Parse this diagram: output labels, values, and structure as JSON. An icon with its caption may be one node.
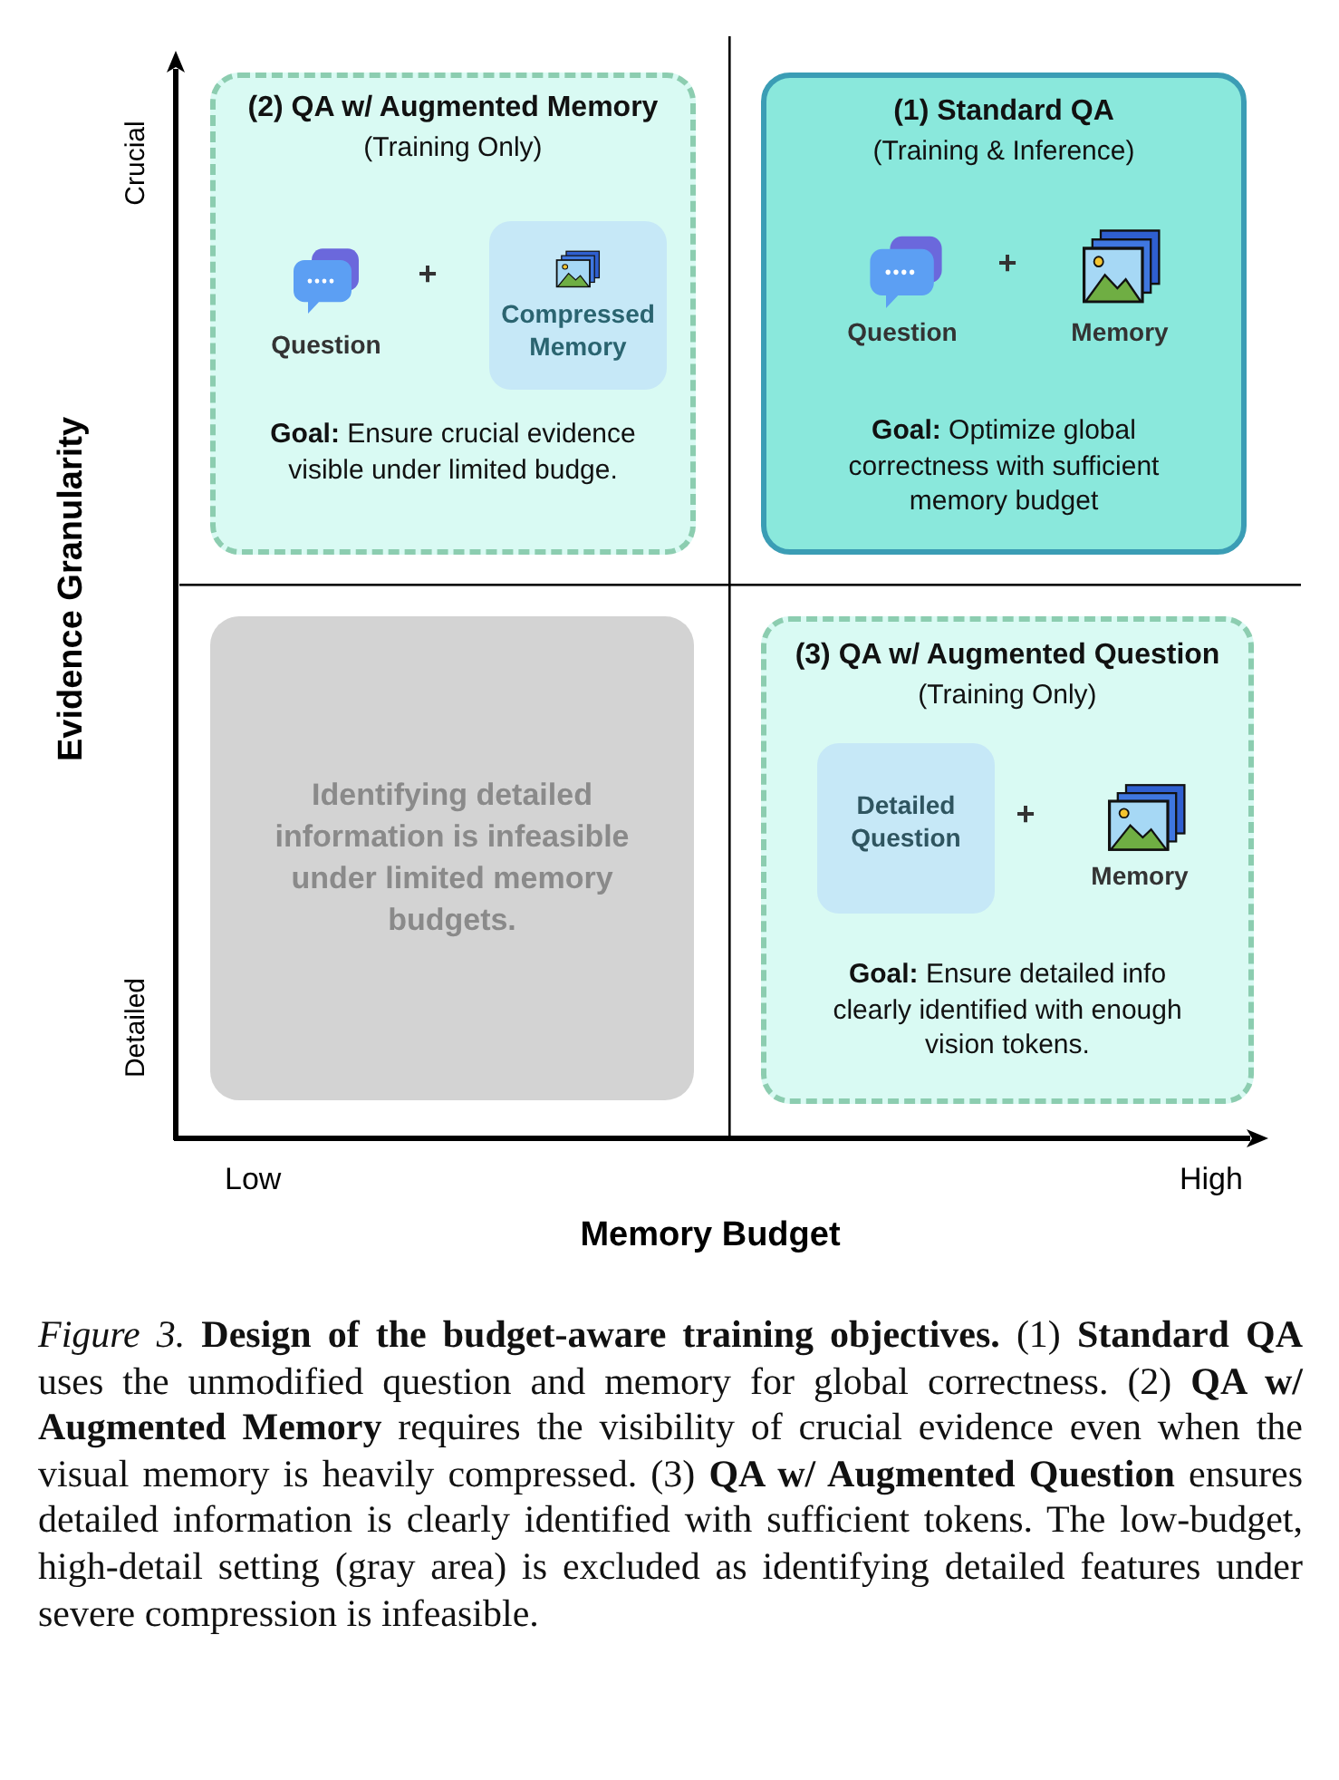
{
  "diagram": {
    "caption": "*Figure 3.* **Design of the budget-aware training objectives.** (1) **Standard QA** uses the unmodified question and memory for global correctness. (2) **QA w/ Augmented Memory** requires the visibility of crucial evidence even when the visual memory is heavily compressed. (3) **QA w/ Augmented Question** ensures detailed information is clearly identified with sufficient tokens. The low-budget, high-detail setting (gray area) is excluded as identifying detailed features under severe compression is infeasible.",
    "nodes": [
      {
        "text": [
          "(2) QA w/ Augmented Memory",
          "(Training Only)",
          "Question",
          "+",
          "**Goal:** Ensure crucial evidence visible under limited budge."
        ]
      },
      {
        "text": [
          "Compressed Memory"
        ],
        "in": 0
      },
      {
        "text": [
          "(1) Standard QA",
          "(Training & Inference)",
          "Question",
          "+",
          "Memory",
          "**Goal:** Optimize global correctness with sufficient memory budget"
        ]
      },
      {
        "text": [
          "Identifying detailed information is infeasible under limited memory budgets."
        ]
      },
      {
        "text": [
          "(3) QA w/ Augmented Question",
          "(Training Only)",
          "+",
          "Memory",
          "**Goal:** Ensure detailed info clearly identified with enough vision tokens."
        ]
      },
      {
        "text": [
          "Detailed Question"
        ],
        "in": 4
      }
    ],
    "edges": [],
    "labels": [
      "Crucial",
      "Evidence Granularity",
      "Detailed",
      "Low",
      "High",
      "Memory Budget"
    ]
  }
}
